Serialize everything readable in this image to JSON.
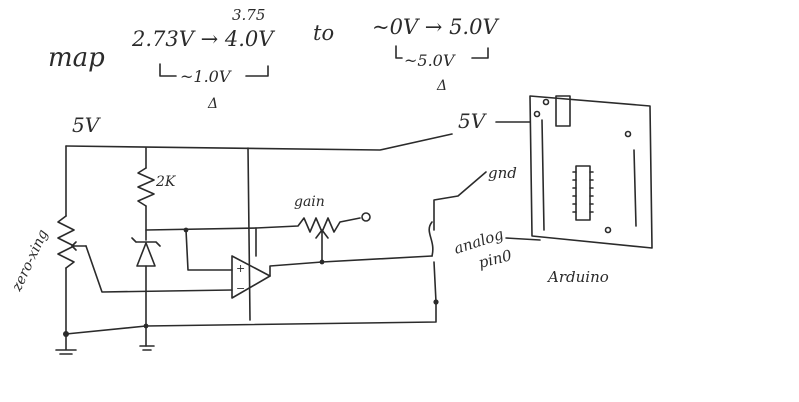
{
  "header": {
    "map_word": "map",
    "input_range": "2.73V → 4.0V",
    "input_upper_alt": "3.75",
    "to_word": "to",
    "output_range": "~0V → 5.0V",
    "input_span": "~1.0V",
    "output_span": "~5.0V",
    "delta_symbol": "Δ"
  },
  "circuit": {
    "supply_label": "5V",
    "resistor_label": "2K",
    "zero_pot_label": "zero-xing",
    "gain_label": "gain"
  },
  "arduino": {
    "board_label": "Arduino",
    "pin_5v": "5V",
    "pin_gnd": "gnd",
    "pin_analog_1": "analog",
    "pin_analog_2": "pin0"
  }
}
